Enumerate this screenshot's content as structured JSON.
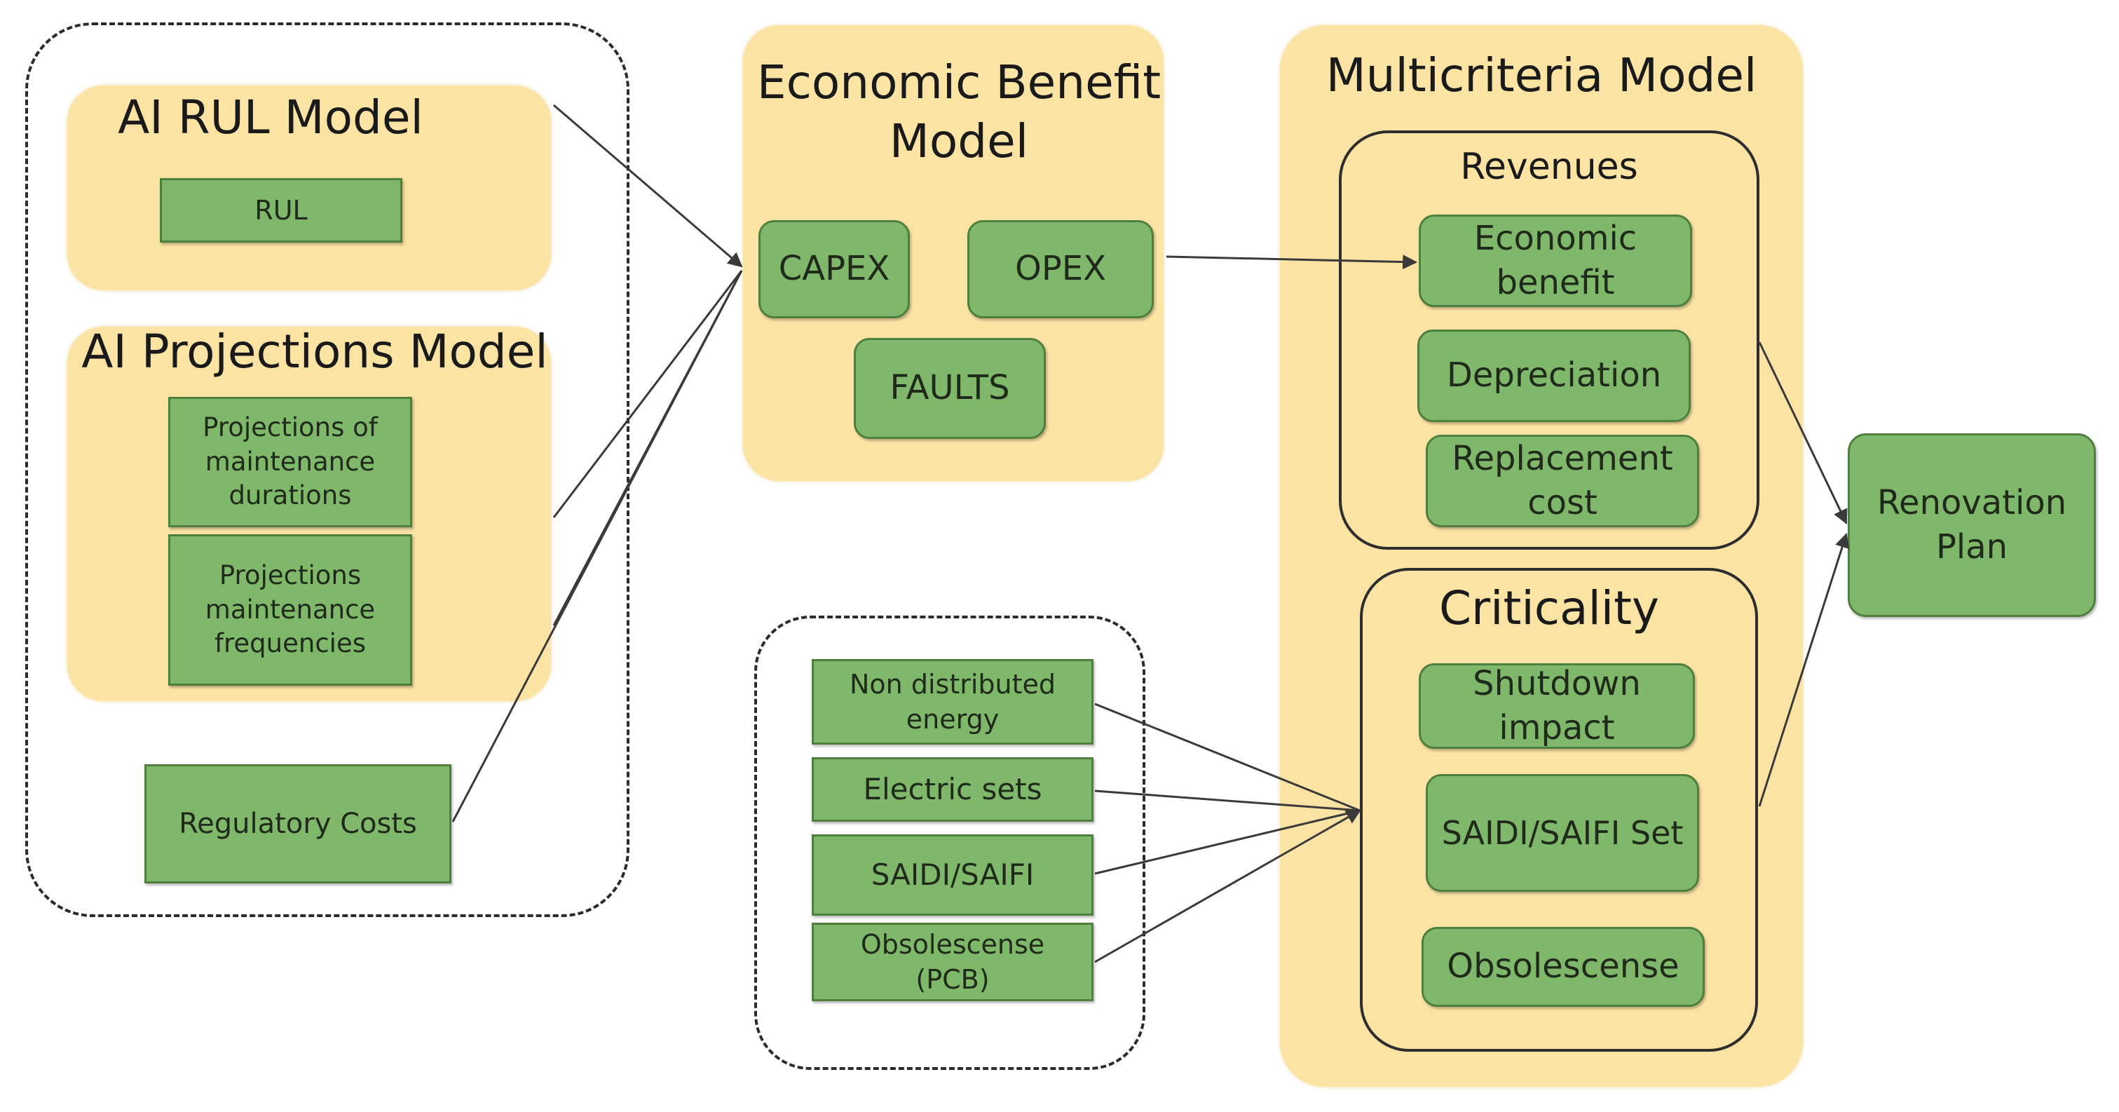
{
  "inputs_group": {
    "ai_rul_model": {
      "title": "AI RUL Model",
      "rul": "RUL"
    },
    "ai_projections_model": {
      "title": "AI Projections Model",
      "durations": "Projections of maintenance durations",
      "frequencies": "Projections maintenance frequencies"
    },
    "regulatory_costs": "Regulatory Costs"
  },
  "economic_benefit_model": {
    "title": "Economic Benefit Model",
    "capex": "CAPEX",
    "opex": "OPEX",
    "faults": "FAULTS"
  },
  "criteria_inputs": {
    "non_distributed_energy": "Non distributed energy",
    "electric_sets": "Electric sets",
    "saidi_saifi": "SAIDI/SAIFI",
    "obsolescense_pcb": "Obsolescense (PCB)"
  },
  "multicriteria_model": {
    "title": "Multicriteria Model",
    "revenues": {
      "title": "Revenues",
      "economic_benefit": "Economic benefit",
      "depreciation": "Depreciation",
      "replacement_cost": "Replacement cost"
    },
    "criticality": {
      "title": "Criticality",
      "shutdown_impact": "Shutdown impact",
      "saidi_saifi_set": "SAIDI/SAIFI Set",
      "obsolescense": "Obsolescense"
    }
  },
  "renovation_plan": "Renovation Plan",
  "colors": {
    "panel": "#fbe3a4",
    "box": "#7fb86a",
    "box_border": "#4f7f3e",
    "line": "#3a3a3a"
  }
}
